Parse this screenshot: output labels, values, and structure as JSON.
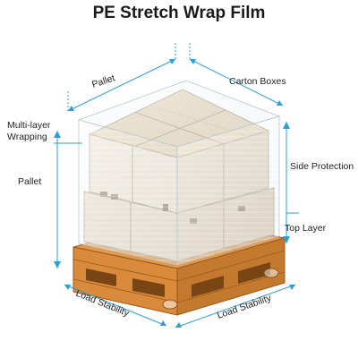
{
  "title": "PE Stretch Wrap Film",
  "labels": {
    "pallet_top": "Pallet",
    "carton_boxes": "Carton Boxes",
    "multilayer_line1": "Multi-layer",
    "multilayer_line2": "Wrapping",
    "pallet_left": "Pallet",
    "side_protection": "Side Protection",
    "top_layer": "Top Layer",
    "load_stability_left": "Load Stability",
    "load_stability_right": "Load Stability"
  },
  "colors": {
    "accent": "#2a9fd8",
    "carton": "#e6d9c4",
    "carton_dark": "#cdbba0",
    "pallet_wood": "#d98a3a",
    "pallet_dark": "#a8631f"
  }
}
